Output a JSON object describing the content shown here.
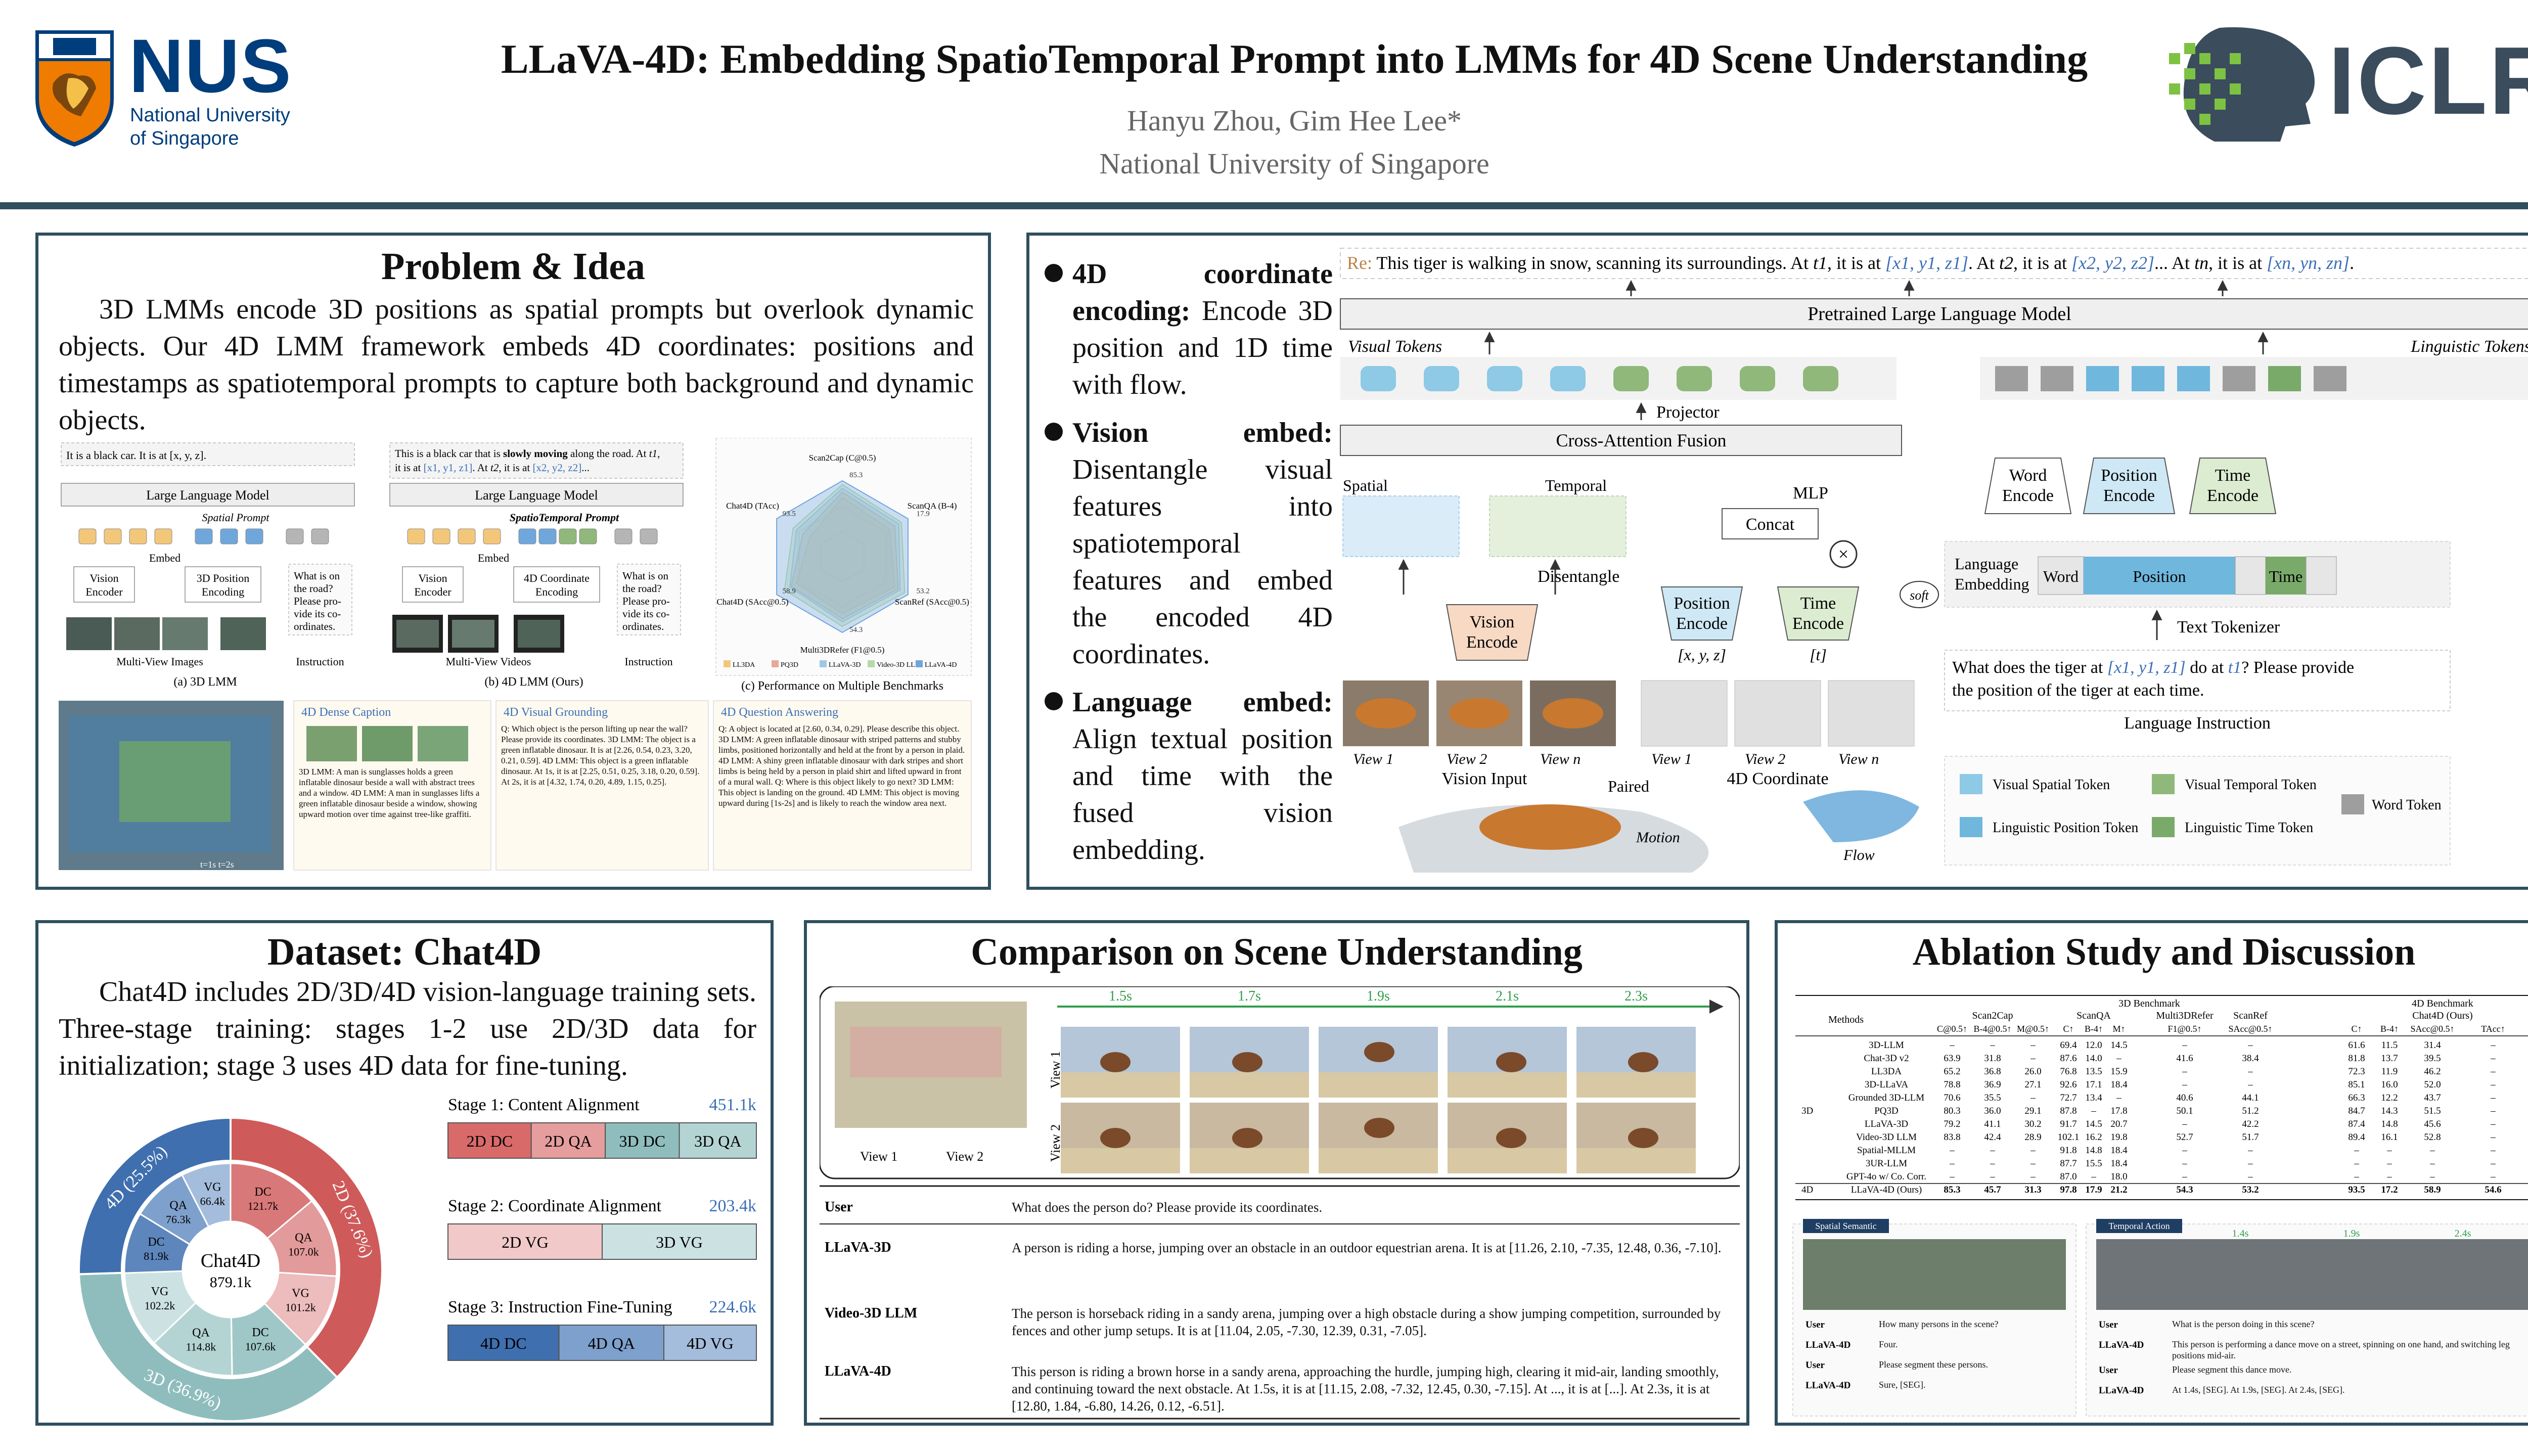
{
  "header": {
    "nus_word": "NUS",
    "nus_sub_1": "National University",
    "nus_sub_2": "of Singapore",
    "title": "LLaVA-4D: Embedding SpatioTemporal Prompt into LMMs for 4D Scene Understanding",
    "authors": "Hanyu Zhou, Gim Hee Lee*",
    "affiliation": "National University of Singapore",
    "iclr_word": "ICLR"
  },
  "problem": {
    "title": "Problem & Idea",
    "text": "3D LMMs encode 3D positions as spatial prompts but overlook dynamic objects. Our 4D LMM framework embeds 4D coordinates: positions and timestamps as spatiotemporal prompts to capture both background and dynamic objects.",
    "fig": {
      "a_input": "It is a black car. It is at [x, y, z].",
      "llm": "Large Language Model",
      "spatial_prompt": "Spatial Prompt",
      "embed": "Embed",
      "vision_encoder": "Vision Encoder",
      "pos_encoding_3d": "3D Position Encoding",
      "instruction_q": "What is on the road? Please provide its coordinates.",
      "multi_view_images": "Multi-View Images",
      "instruction": "Instruction",
      "cap_a": "(a) 3D LMM",
      "b_input": "This is a black car that is slowly moving along the road. At t1, it is at [x1, y1, z1]. At t2, it is at [x2, y2, z2]...",
      "st_prompt": "SpatioTemporal Prompt",
      "coord_encoding_4d": "4D Coordinate Encoding",
      "multi_view_videos": "Multi-View Videos",
      "cap_b": "(b) 4D LMM (Ours)",
      "cap_c": "(c) Performance on Multiple Benchmarks",
      "radar_labels": [
        "Scan2Cap (C@0.5)",
        "ScanQA (B-4)",
        "ScanRef (SAcc@0.5)",
        "Multi3DRefer (F1@0.5)",
        "Chat4D (SAcc@0.5)",
        "Chat4D (TAcc)"
      ],
      "radar_ticks": [
        "85.3",
        "17.9",
        "53.2",
        "54.3",
        "58.9",
        "93.5"
      ],
      "radar_legend": [
        "LL3DA",
        "PQ3D",
        "LLaVA-3D",
        "Video-3D LLM",
        "LLaVA-4D"
      ],
      "dense_caption": "4D Dense Caption",
      "visual_grounding": "4D Visual Grounding",
      "question_answering": "4D Question Answering",
      "dc_text": "3D LMM: A man is sunglasses holds a green inflatable dinosaur beside a wall with abstract trees and a window. 4D LMM: A man in sunglasses lifts a green inflatable dinosaur beside a window, showing upward motion over time against tree-like graffiti.",
      "vg_text": "Q: Which object is the person lifting up near the wall? Please provide its coordinates. 3D LMM: The object is a green inflatable dinosaur. It is at [2.26, 0.54, 0.23, 3.20, 0.21, 0.59]. 4D LMM: This object is a green inflatable dinosaur. At 1s, it is at [2.25, 0.51, 0.25, 3.18, 0.20, 0.59]. At 2s, it is at [4.32, 1.74, 0.20, 4.89, 1.15, 0.25].",
      "qa_text": "Q: A object is located at [2.60, 0.34, 0.29]. Please describe this object. 3D LMM: A green inflatable dinosaur with striped patterns and stubby limbs, positioned horizontally and held at the front by a person in plaid. 4D LMM: A shiny green inflatable dinosaur with dark stripes and short limbs is being held by a person in plaid shirt and lifted upward in front of a mural wall. Q: Where is this object likely to go next? 3D LMM: This object is landing on the ground. 4D LMM: This object is moving upward during [1s-2s] and is likely to reach the window area next."
    }
  },
  "method": {
    "bullets": [
      {
        "head": "4D coordinate encoding:",
        "body": "Encode 3D position and 1D time with flow."
      },
      {
        "head": "Vision embed:",
        "body": "Disentangle visual features into spatiotemporal features and embed the encoded 4D coordinates."
      },
      {
        "head": "Language embed:",
        "body": "Align textual position and time with the fused vision embedding."
      }
    ],
    "fig": {
      "re_label": "Re:",
      "re_text": "This tiger is walking in snow, scanning its surroundings. At t1, it is at [x1, y1, z1]. At t2, it is at [x2, y2, z2]... At tn, it is at [xn, yn, zn].",
      "pllm": "Pretrained Large Language Model",
      "visual_tokens": "Visual Tokens",
      "linguistic_tokens": "Linguistic Tokens",
      "projector": "Projector",
      "cross_attn": "Cross-Attention Fusion",
      "spatial": "Spatial",
      "temporal": "Temporal",
      "disentangle": "Disentangle",
      "mlp": "MLP",
      "concat": "Concat",
      "vision_encode": "Vision Encode",
      "position_encode": "Position Encode",
      "time_encode": "Time Encode",
      "soft": "soft",
      "xyz": "[x, y, z]",
      "t": "[t]",
      "views": [
        "View 1",
        "View 2",
        "View n"
      ],
      "vision_input": "Vision Input",
      "paired": "Paired",
      "coord_4d": "4D Coordinate",
      "word_encode": "Word Encode",
      "lang_embedding": "Language Embedding",
      "lang_word": "Word",
      "lang_position": "Position",
      "lang_time": "Time",
      "text_tokenizer": "Text Tokenizer",
      "question": "What does the tiger at [x1, y1, z1] do at t1? Please provide the position of the tiger at each time.",
      "lang_instruction": "Language Instruction",
      "motion": "Motion",
      "flow": "Flow",
      "legend": [
        "Visual Spatial Token",
        "Visual Temporal Token",
        "Word Token",
        "Linguistic Position Token",
        "Linguistic Time Token"
      ],
      "colors": {
        "spatial": "#8ec9e6",
        "temporal": "#8fb87a",
        "word": "#9e9e9e",
        "lpos": "#6fb7dd",
        "ltime": "#7aaa6a"
      }
    }
  },
  "dataset": {
    "title": "Dataset: Chat4D",
    "text": "Chat4D includes 2D/3D/4D vision-language training sets. Three-stage training: stages 1-2 use 2D/3D data for initialization; stage 3 uses 4D data for fine-tuning.",
    "center_label": "Chat4D",
    "center_value": "879.1k",
    "outer": [
      {
        "label": "2D (37.6%)",
        "value": 37.6,
        "color": "#cf5a5a"
      },
      {
        "label": "3D (36.9%)",
        "value": 36.9,
        "color": "#8fbdbd"
      },
      {
        "label": "4D (25.5%)",
        "value": 25.5,
        "color": "#3f6fae"
      }
    ],
    "inner": [
      {
        "label": "DC",
        "value_text": "121.7k",
        "value": 121.7,
        "color": "#d97878"
      },
      {
        "label": "QA",
        "value_text": "107.0k",
        "value": 107.0,
        "color": "#e39a9a"
      },
      {
        "label": "VG",
        "value_text": "101.2k",
        "value": 101.2,
        "color": "#edbcbc"
      },
      {
        "label": "DC",
        "value_text": "107.6k",
        "value": 107.6,
        "color": "#9fc7c7"
      },
      {
        "label": "QA",
        "value_text": "114.8k",
        "value": 114.8,
        "color": "#b4d4d4"
      },
      {
        "label": "VG",
        "value_text": "102.2k",
        "value": 102.2,
        "color": "#cce2e2"
      },
      {
        "label": "DC",
        "value_text": "81.9k",
        "value": 81.9,
        "color": "#5d86bd"
      },
      {
        "label": "QA",
        "value_text": "76.3k",
        "value": 76.3,
        "color": "#7ea0cc"
      },
      {
        "label": "VG",
        "value_text": "66.4k",
        "value": 66.4,
        "color": "#a4bddc"
      }
    ],
    "stages": [
      {
        "title": "Stage 1: Content Alignment",
        "total": "451.1k",
        "parts": [
          {
            "label": "2D DC",
            "frac": 0.27,
            "color": "#d96a6a"
          },
          {
            "label": "2D QA",
            "frac": 0.24,
            "color": "#e59d9d"
          },
          {
            "label": "3D DC",
            "frac": 0.24,
            "color": "#8fbdbd"
          },
          {
            "label": "3D QA",
            "frac": 0.25,
            "color": "#b4d4d4"
          }
        ]
      },
      {
        "title": "Stage 2: Coordinate Alignment",
        "total": "203.4k",
        "parts": [
          {
            "label": "2D VG",
            "frac": 0.5,
            "color": "#f2c9c9"
          },
          {
            "label": "3D VG",
            "frac": 0.5,
            "color": "#cce2e2"
          }
        ]
      },
      {
        "title": "Stage 3: Instruction Fine-Tuning",
        "total": "224.6k",
        "parts": [
          {
            "label": "4D DC",
            "frac": 0.36,
            "color": "#3f6fae"
          },
          {
            "label": "4D QA",
            "frac": 0.34,
            "color": "#7ea0cc"
          },
          {
            "label": "4D VG",
            "frac": 0.3,
            "color": "#a4bddc"
          }
        ]
      }
    ]
  },
  "comparison": {
    "title": "Comparison on Scene Understanding",
    "times": [
      "1.5s",
      "1.7s",
      "1.9s",
      "2.1s",
      "2.3s"
    ],
    "views": [
      "View 1",
      "View 2"
    ],
    "rows": [
      {
        "who": "User",
        "text": "What does the person do? Please provide its coordinates."
      },
      {
        "who": "LLaVA-3D",
        "text": "A person is riding a horse, jumping over an obstacle in an outdoor equestrian arena. It is at [11.26, 2.10, -7.35, 12.48, 0.36, -7.10]."
      },
      {
        "who": "Video-3D LLM",
        "text": "The person is horseback riding in a sandy arena, jumping over a high obstacle during a show jumping competition, surrounded by fences and other jump setups. It is at [11.04, 2.05, -7.30, 12.39, 0.31, -7.05]."
      },
      {
        "who": "LLaVA-4D",
        "text": "This person is riding a brown horse in a sandy arena, approaching the hurdle, jumping high, clearing it mid-air, landing smoothly, and continuing toward the next obstacle. At 1.5s, it is at [11.15, 2.08, -7.32, 12.45, 0.30, -7.15]. At ..., it is at [...]. At 2.3s, it is at [12.80, 1.84, -6.80, 14.26, 0.12, -6.51]."
      }
    ]
  },
  "ablation": {
    "title": "Ablation Study and Discussion",
    "group_3d": "3D Benchmark",
    "group_4d": "4D Benchmark",
    "methods_header": "Methods",
    "benches": [
      "Scan2Cap",
      "ScanQA",
      "Multi3DRefer",
      "ScanRef",
      "Chat4D (Ours)"
    ],
    "metrics": [
      "C@0.5↑",
      "B-4@0.5↑",
      "M@0.5↑",
      "C↑",
      "B-4↑",
      "M↑",
      "F1@0.5↑",
      "SAcc@0.5↑",
      "C↑",
      "B-4↑",
      "SAcc@0.5↑",
      "TAcc↑"
    ],
    "rows": [
      {
        "group": "",
        "name": "3D-LLM",
        "v": [
          "–",
          "–",
          "–",
          "69.4",
          "12.0",
          "14.5",
          "–",
          "–",
          "61.6",
          "11.5",
          "31.4",
          "–"
        ]
      },
      {
        "group": "",
        "name": "Chat-3D v2",
        "v": [
          "63.9",
          "31.8",
          "–",
          "87.6",
          "14.0",
          "–",
          "41.6",
          "38.4",
          "81.8",
          "13.7",
          "39.5",
          "–"
        ]
      },
      {
        "group": "",
        "name": "LL3DA",
        "v": [
          "65.2",
          "36.8",
          "26.0",
          "76.8",
          "13.5",
          "15.9",
          "–",
          "–",
          "72.3",
          "11.9",
          "46.2",
          "–"
        ]
      },
      {
        "group": "",
        "name": "3D-LLaVA",
        "v": [
          "78.8",
          "36.9",
          "27.1",
          "92.6",
          "17.1",
          "18.4",
          "–",
          "–",
          "85.1",
          "16.0",
          "52.0",
          "–"
        ]
      },
      {
        "group": "",
        "name": "Grounded 3D-LLM",
        "v": [
          "70.6",
          "35.5",
          "–",
          "72.7",
          "13.4",
          "–",
          "40.6",
          "44.1",
          "66.3",
          "12.2",
          "43.7",
          "–"
        ]
      },
      {
        "group": "3D",
        "name": "PQ3D",
        "v": [
          "80.3",
          "36.0",
          "29.1",
          "87.8",
          "–",
          "17.8",
          "50.1",
          "51.2",
          "84.7",
          "14.3",
          "51.5",
          "–"
        ]
      },
      {
        "group": "",
        "name": "LLaVA-3D",
        "v": [
          "79.2",
          "41.1",
          "30.2",
          "91.7",
          "14.5",
          "20.7",
          "–",
          "42.2",
          "87.4",
          "14.8",
          "45.6",
          "–"
        ]
      },
      {
        "group": "",
        "name": "Video-3D LLM",
        "v": [
          "83.8",
          "42.4",
          "28.9",
          "102.1",
          "16.2",
          "19.8",
          "52.7",
          "51.7",
          "89.4",
          "16.1",
          "52.8",
          "–"
        ]
      },
      {
        "group": "",
        "name": "Spatial-MLLM",
        "v": [
          "–",
          "–",
          "–",
          "91.8",
          "14.8",
          "18.4",
          "–",
          "–",
          "–",
          "–",
          "–",
          "–"
        ]
      },
      {
        "group": "",
        "name": "3UR-LLM",
        "v": [
          "–",
          "–",
          "–",
          "87.7",
          "15.5",
          "18.4",
          "–",
          "–",
          "–",
          "–",
          "–",
          "–"
        ]
      },
      {
        "group": "",
        "name": "GPT-4o w/ Co. Corr.",
        "v": [
          "–",
          "–",
          "–",
          "87.0",
          "–",
          "18.0",
          "–",
          "–",
          "–",
          "–",
          "–",
          "–"
        ]
      },
      {
        "group": "4D",
        "name": "LLaVA-4D (Ours)",
        "v": [
          "85.3",
          "45.7",
          "31.3",
          "97.8",
          "17.9",
          "21.2",
          "54.3",
          "53.2",
          "93.5",
          "17.2",
          "58.9",
          "54.6"
        ]
      }
    ],
    "spatial_card": {
      "tag": "Spatial Semantic",
      "rows": [
        [
          "User",
          "How many persons in the scene?"
        ],
        [
          "LLaVA-4D",
          "Four."
        ],
        [
          "User",
          "Please segment these persons."
        ],
        [
          "LLaVA-4D",
          "Sure, [SEG]."
        ]
      ]
    },
    "temporal_card": {
      "tag": "Temporal Action",
      "times": [
        "1.4s",
        "1.9s",
        "2.4s"
      ],
      "rows": [
        [
          "User",
          "What is the person doing in this scene?"
        ],
        [
          "LLaVA-4D",
          "This person is performing a dance move on a street, spinning on one hand, and switching leg positions mid-air."
        ],
        [
          "User",
          "Please segment this dance move."
        ],
        [
          "LLaVA-4D",
          "At 1.4s, [SEG]. At 1.9s, [SEG]. At 2.4s, [SEG]."
        ]
      ]
    }
  }
}
